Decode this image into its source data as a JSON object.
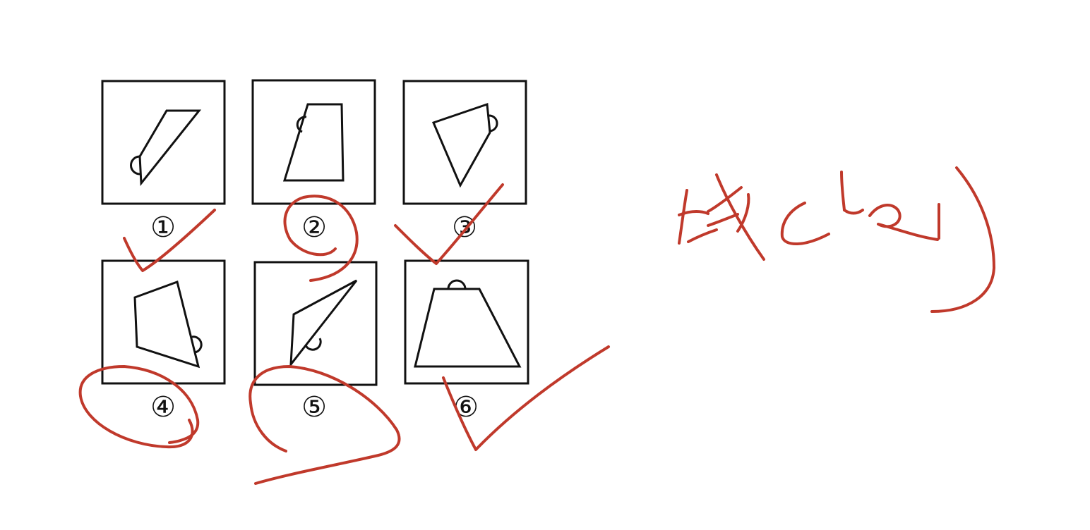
{
  "figures": [
    {
      "label": "①"
    },
    {
      "label": "②"
    },
    {
      "label": "③"
    },
    {
      "label": "④"
    },
    {
      "label": "⑤"
    },
    {
      "label": "⑥"
    }
  ],
  "annotation": {
    "ink_color": "#c0392b",
    "handwriting": "线(边)",
    "checked": [
      "①",
      "③",
      "⑥"
    ],
    "circled": [
      "②",
      "④",
      "⑤"
    ]
  }
}
